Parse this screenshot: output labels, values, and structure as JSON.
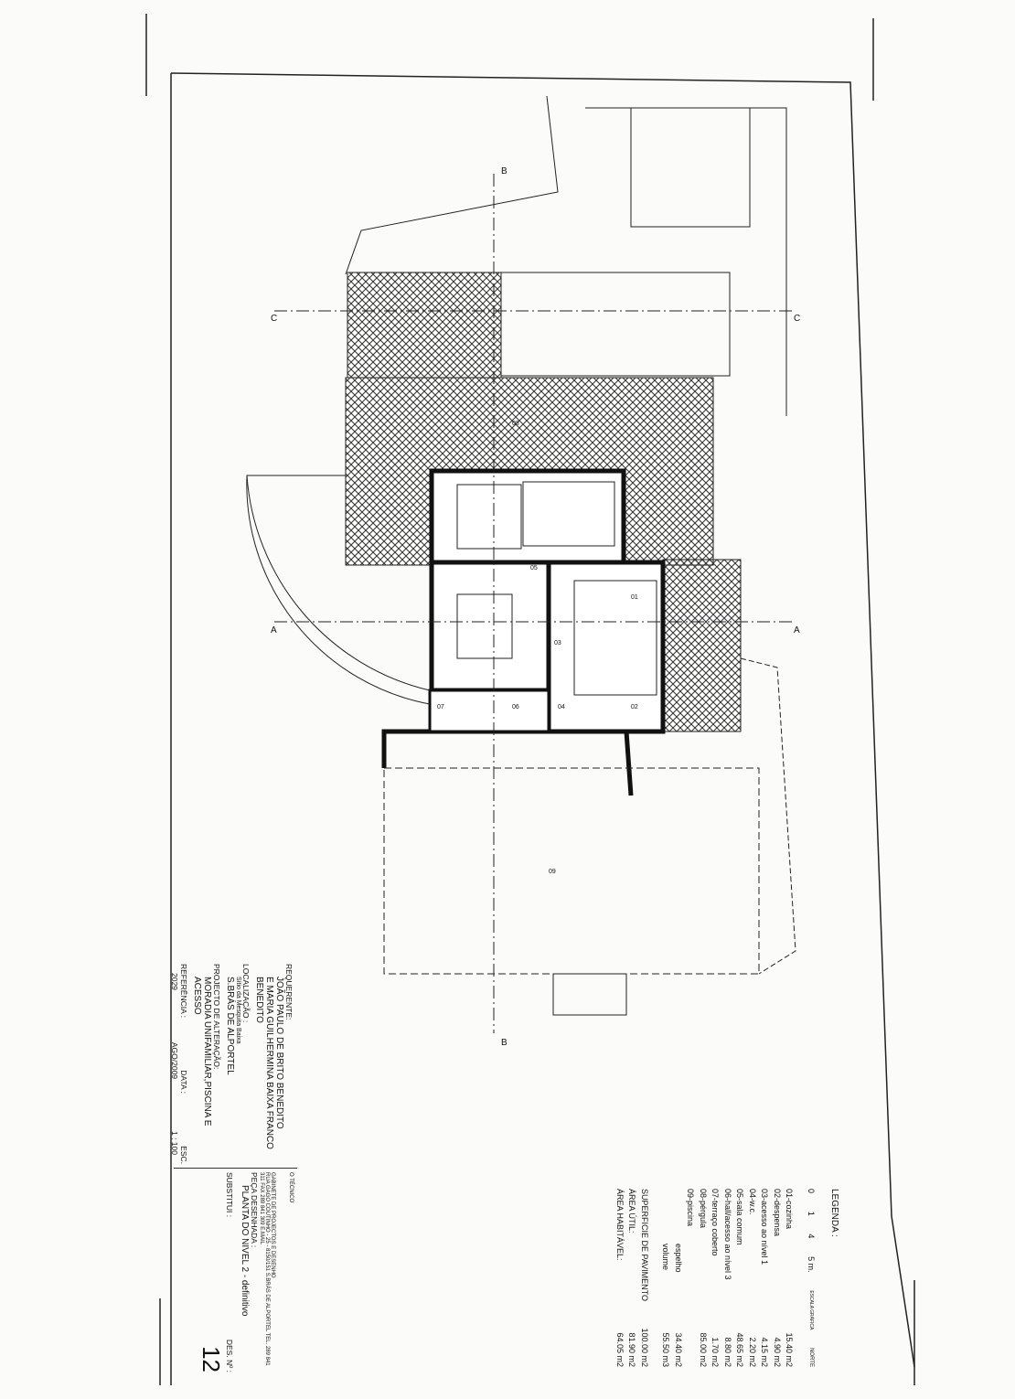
{
  "legend": {
    "title": "LEGENDA :",
    "scale_label": "ESCALA GRÁFICA",
    "scale_ticks": [
      "0",
      "1",
      "4",
      "5 m."
    ],
    "north": "NORTE",
    "items": [
      {
        "label": "01-cozinha",
        "value": "15.40 m2"
      },
      {
        "label": "02-despensa",
        "value": "4.90 m2"
      },
      {
        "label": "03-acesso ao nível 1",
        "value": "4.15 m2"
      },
      {
        "label": "04-w.c.",
        "value": "2.20 m2"
      },
      {
        "label": "05-sala comum",
        "value": "48.65 m2"
      },
      {
        "label": "06-hall/acesso ao nível 3",
        "value": "8.80 m2"
      },
      {
        "label": "07-terraço coberto",
        "value": "1.70 m2"
      },
      {
        "label": "08-pérgula",
        "value": "85.00 m2"
      },
      {
        "label": "09-piscina",
        "value": ""
      },
      {
        "label": "espelho",
        "value": "34.40 m2"
      },
      {
        "label": "volume",
        "value": "55.50 m3"
      }
    ],
    "totals": [
      {
        "label": "SUPERFICIE DE PAVIMENTO",
        "value": "100.00 m2"
      },
      {
        "label": "ÁREA ÚTIL:",
        "value": "81.90 m2"
      },
      {
        "label": "ÁREA HABITÁVEL:",
        "value": "64.05 m2"
      }
    ]
  },
  "title_block": {
    "requerente_label": "REQUERENTE:",
    "requerente": [
      "JOÃO PAULO DE BRITO BENEDITO",
      "E MARIA GUILHERMINA BAIXA FRANCO BENEDITO"
    ],
    "localizacao_label": "LOCALIZAÇÃO :",
    "localizacao": [
      "Sítio da Mesquita Baixa",
      "S.BRÁS DE ALPORTEL"
    ],
    "projecto_label": "PROJECTO DE ALTERAÇÃO:",
    "projecto": "MORADIA UNIFAMILIAR,PISCINA E ACESSO",
    "referencia_label": "REFERÊNCIA :",
    "referencia": "2029",
    "data_label": "DATA :",
    "data": "AGO/2009",
    "esc_label": "ESC.",
    "esc": "1 : 100",
    "tecnico_label": "O TÉCNICO",
    "gabinete": "GABINETE DE PROJECTOS E DESENHO",
    "contact": "RUA GAGO COUTINHO - 25 - 8150/151 S.BRÁS DE ALPORTEL TEL. 289 841 311 FAX 289 841 309 E.MAIL",
    "peca_label": "PEÇA DESENHADA :",
    "peca": "PLANTA DO NIVEL 2 - definitivo",
    "substitui_label": "SUBSTITUI :",
    "des_label": "DES. Nº :",
    "des_num": "12"
  },
  "sections": [
    "B",
    "B",
    "C",
    "C",
    "A",
    "A"
  ],
  "rooms": [
    "01",
    "02",
    "03",
    "04",
    "05",
    "06",
    "07",
    "08",
    "09"
  ]
}
